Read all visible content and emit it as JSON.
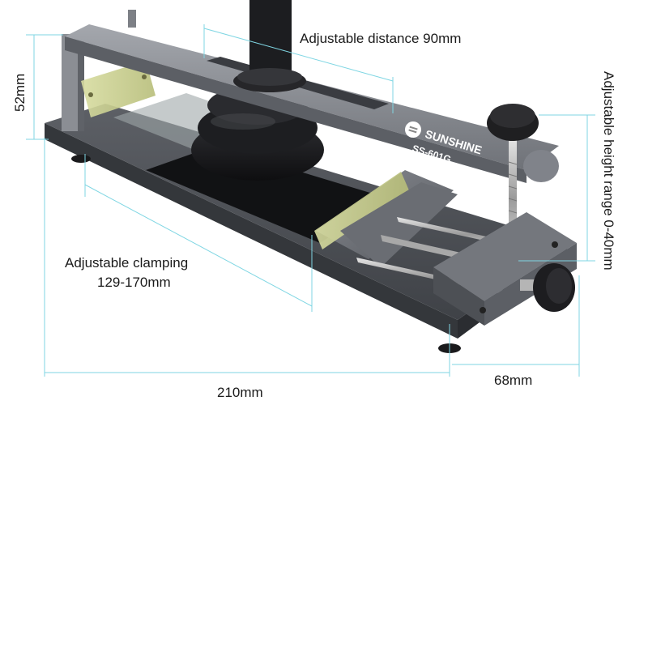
{
  "product": {
    "brand": "SUNSHINE",
    "model": "SS-601G"
  },
  "dimensions": {
    "distance": "Adjustable distance 90mm",
    "height_total": "52mm",
    "height_range": "Adjustable height range 0-40mm",
    "clamping_line1": "Adjustable clamping",
    "clamping_line2": "129-170mm",
    "length": "210mm",
    "width": "68mm"
  },
  "colors": {
    "dimension_line": "#7fd6e3",
    "body_metal": "#6e7177",
    "arm_metal": "#8d9096",
    "knob": "#1c1c1c",
    "pad": "#c9cf90"
  }
}
